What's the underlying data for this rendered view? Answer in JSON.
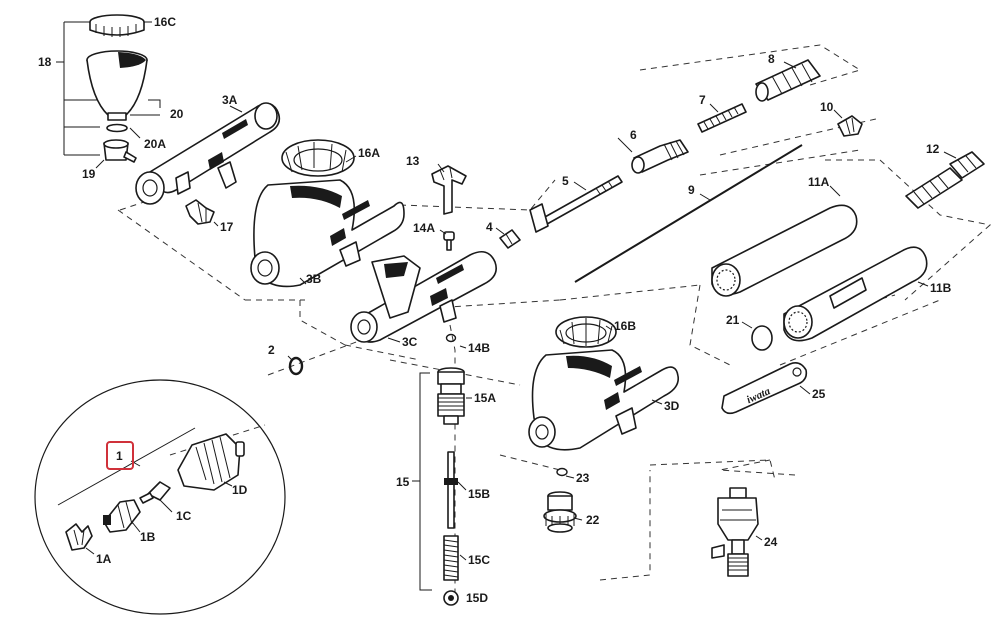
{
  "diagram": {
    "labels": {
      "p1": "1",
      "p1A": "1A",
      "p1B": "1B",
      "p1C": "1C",
      "p1D": "1D",
      "p2": "2",
      "p3A": "3A",
      "p3B": "3B",
      "p3C": "3C",
      "p3D": "3D",
      "p4": "4",
      "p5": "5",
      "p6": "6",
      "p7": "7",
      "p8": "8",
      "p9": "9",
      "p10": "10",
      "p11A": "11A",
      "p11B": "11B",
      "p12": "12",
      "p13": "13",
      "p14A": "14A",
      "p14B": "14B",
      "p15": "15",
      "p15A": "15A",
      "p15B": "15B",
      "p15C": "15C",
      "p15D": "15D",
      "p16A": "16A",
      "p16B": "16B",
      "p16C": "16C",
      "p17": "17",
      "p18": "18",
      "p19": "19",
      "p20": "20",
      "p20A": "20A",
      "p21": "21",
      "p22": "22",
      "p23": "23",
      "p24": "24",
      "p25": "25"
    },
    "wrench_text": "iwata",
    "highlight_color": "#d0313a"
  }
}
